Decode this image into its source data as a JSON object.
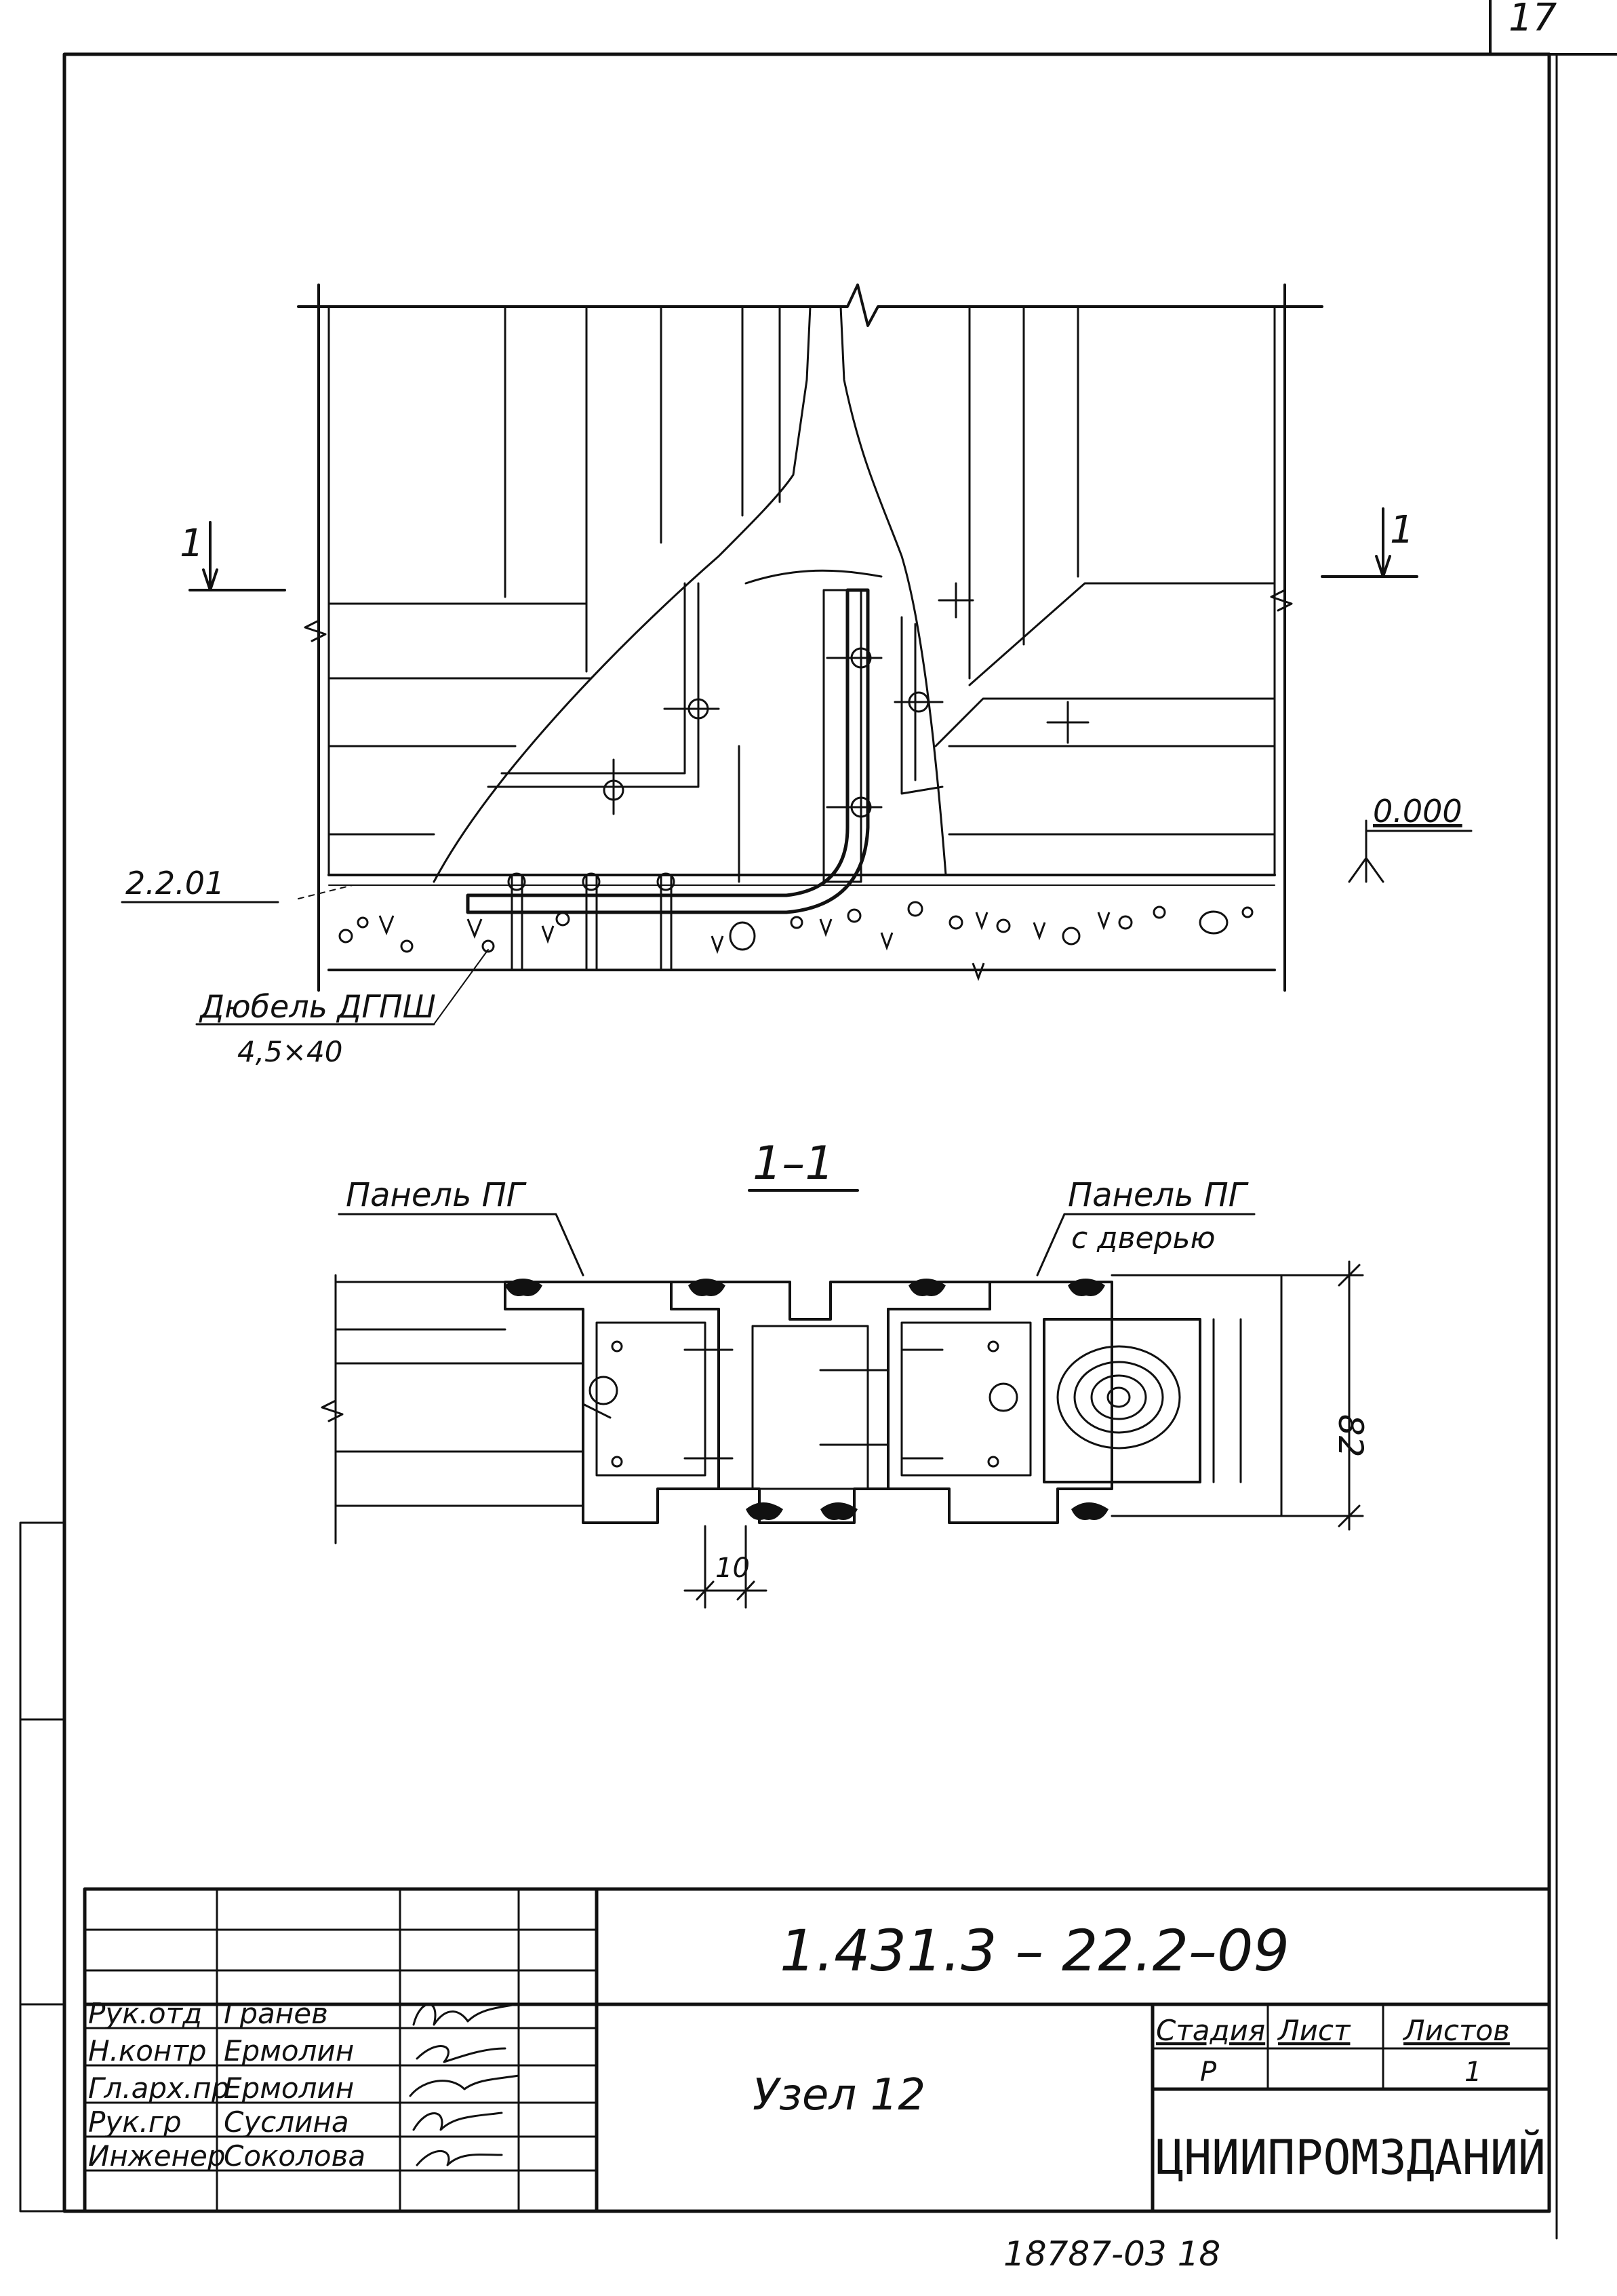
{
  "sheet": {
    "corner_number": "17"
  },
  "elevation": {
    "section_mark_left": "1",
    "section_mark_right": "1",
    "level_mark": "0.000",
    "floor_ref": "2.2.01",
    "dowel_label": "Дюбель ДГПШ",
    "dowel_size": "4,5×40"
  },
  "section": {
    "title": "1–1",
    "panel_left": "Панель ПГ",
    "panel_right_line1": "Панель ПГ",
    "panel_right_line2": "с дверью",
    "dim_height": "82",
    "dim_gap": "10"
  },
  "title_block": {
    "doc_code": "1.431.3 – 22.2–09",
    "node_title": "Узел 12",
    "stage_header": "Стадия",
    "sheet_header": "Лист",
    "sheets_header": "Листов",
    "stage_value": "Р",
    "sheets_value": "1",
    "org": "ЦНИИПРОМЗДАНИЙ",
    "staff": [
      {
        "role": "Рук.отд",
        "name": "Гранев"
      },
      {
        "role": "Н.контр",
        "name": "Ермолин"
      },
      {
        "role": "Гл.арх.пр",
        "name": "Ермолин"
      },
      {
        "role": "Рук.гр",
        "name": "Суслина"
      },
      {
        "role": "Инженер",
        "name": "Соколова"
      }
    ]
  },
  "footer": {
    "archive_no": "18787-03  18"
  }
}
